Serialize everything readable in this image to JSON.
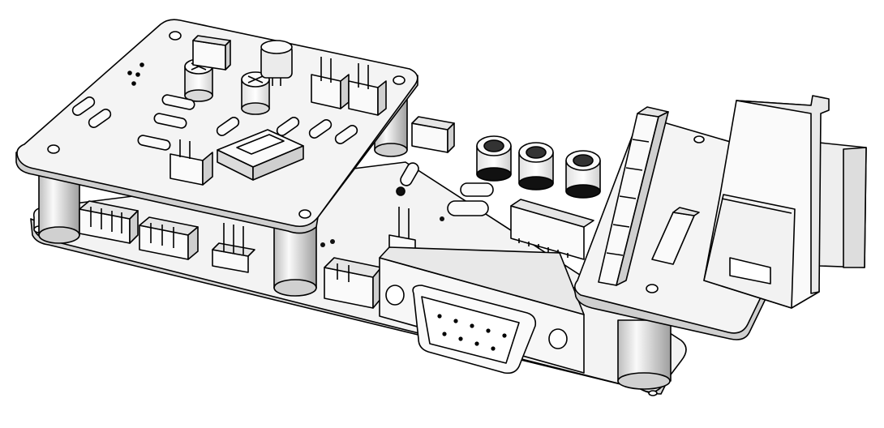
{
  "figure": {
    "style": "monochrome sketch render (3D CAD model)",
    "background": "#ffffff",
    "stroke_color": "#000000",
    "board_face_color": "#f0f0f0",
    "board_shadow_color": "#bdbdbd",
    "standoff_color": "#e6e6e6",
    "capacitor_band_color": "#111111"
  },
  "components": {
    "boards": [
      "base-board",
      "upper-left-board",
      "right-board"
    ],
    "connectors": [
      "db9-connector",
      "large-connector-block"
    ],
    "standoffs": 4,
    "electrolytic_capacitors": 3
  }
}
